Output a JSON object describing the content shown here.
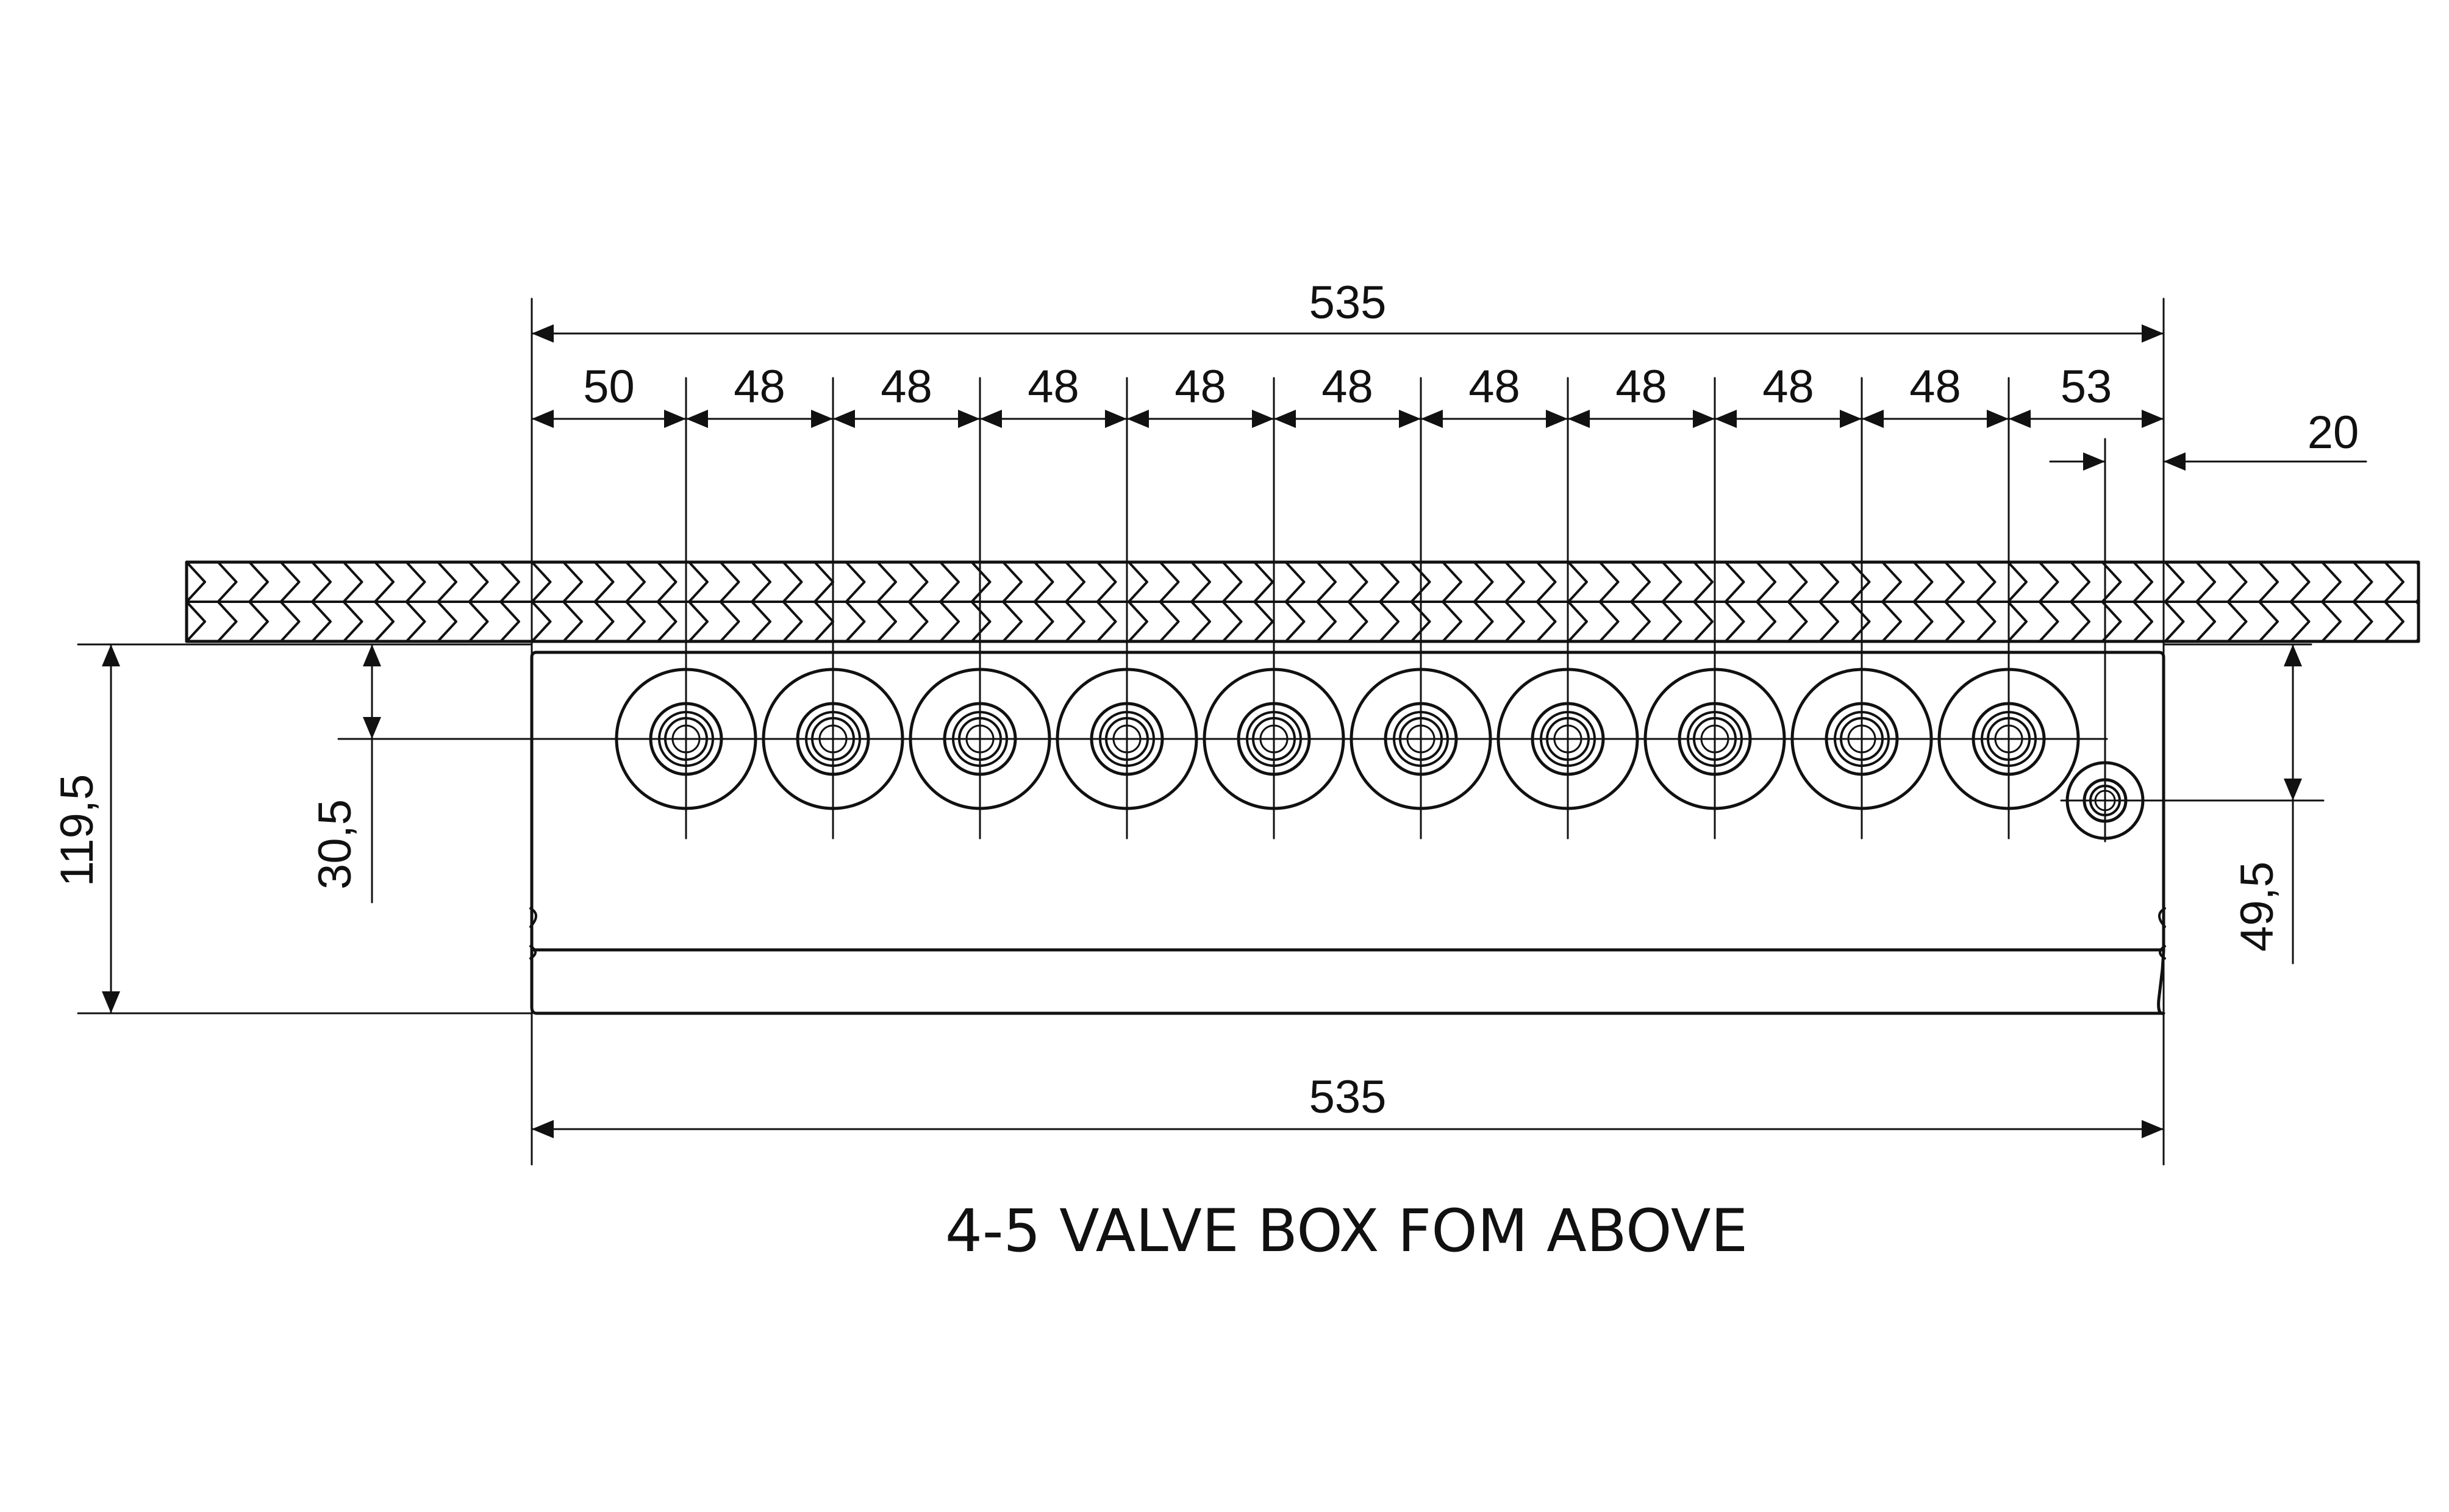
{
  "drawing": {
    "title": "4-5 VALVE BOX FOM ABOVE",
    "overall_width_top": "535",
    "overall_width_bottom": "535",
    "spacing_labels": [
      "50",
      "48",
      "48",
      "48",
      "48",
      "48",
      "48",
      "48",
      "48",
      "48",
      "53"
    ],
    "side_offset": "20",
    "left_height": "119,5",
    "port_depth": "30,5",
    "right_depth": "49,5",
    "valve_port_count": 10,
    "line_color": "#111111",
    "background_color": "#ffffff"
  }
}
